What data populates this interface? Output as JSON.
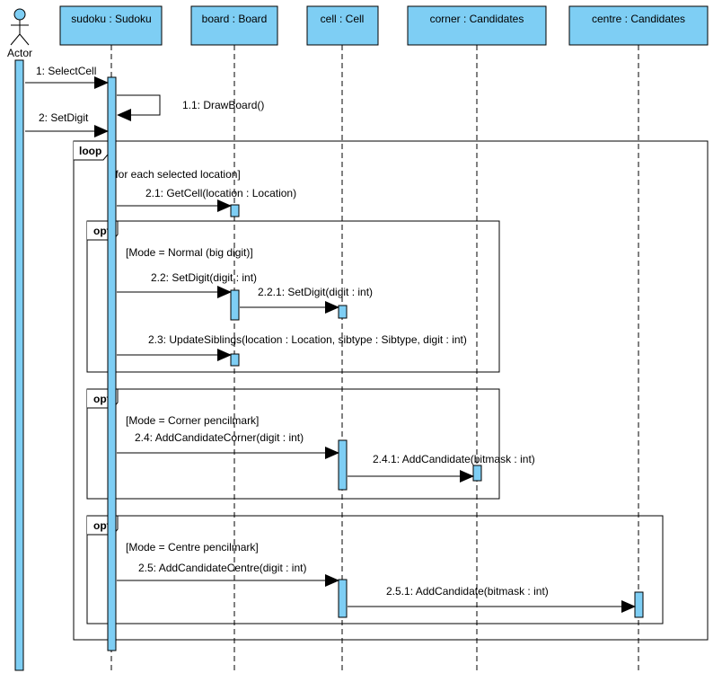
{
  "actor": {
    "label": "Actor"
  },
  "lifelines": [
    {
      "label": "sudoku : Sudoku"
    },
    {
      "label": "board : Board"
    },
    {
      "label": "cell : Cell"
    },
    {
      "label": "corner : Candidates"
    },
    {
      "label": "centre : Candidates"
    }
  ],
  "messages": {
    "m1": "1: SelectCell",
    "m11": "1.1: DrawBoard()",
    "m2": "2: SetDigit",
    "m21": "2.1: GetCell(location : Location)",
    "m22": "2.2: SetDigit(digit : int)",
    "m221": "2.2.1: SetDigit(digit : int)",
    "m23": "2.3: UpdateSiblings(location : Location, sibtype : Sibtype, digit : int)",
    "m24": "2.4: AddCandidateCorner(digit : int)",
    "m241": "2.4.1: AddCandidate(bitmask : int)",
    "m25": "2.5: AddCandidateCentre(digit : int)",
    "m251": "2.5.1: AddCandidate(bitmask : int)"
  },
  "fragments": {
    "loop": {
      "operator": "loop",
      "guard": "[for each selected location]"
    },
    "opt_normal": {
      "operator": "opt",
      "guard": "[Mode = Normal (big digit)]"
    },
    "opt_corner": {
      "operator": "opt",
      "guard": "[Mode = Corner pencilmark]"
    },
    "opt_centre": {
      "operator": "opt",
      "guard": "[Mode = Centre pencilmark]"
    }
  },
  "colors": {
    "box_fill": "#7ecef4",
    "stroke": "#000000"
  }
}
